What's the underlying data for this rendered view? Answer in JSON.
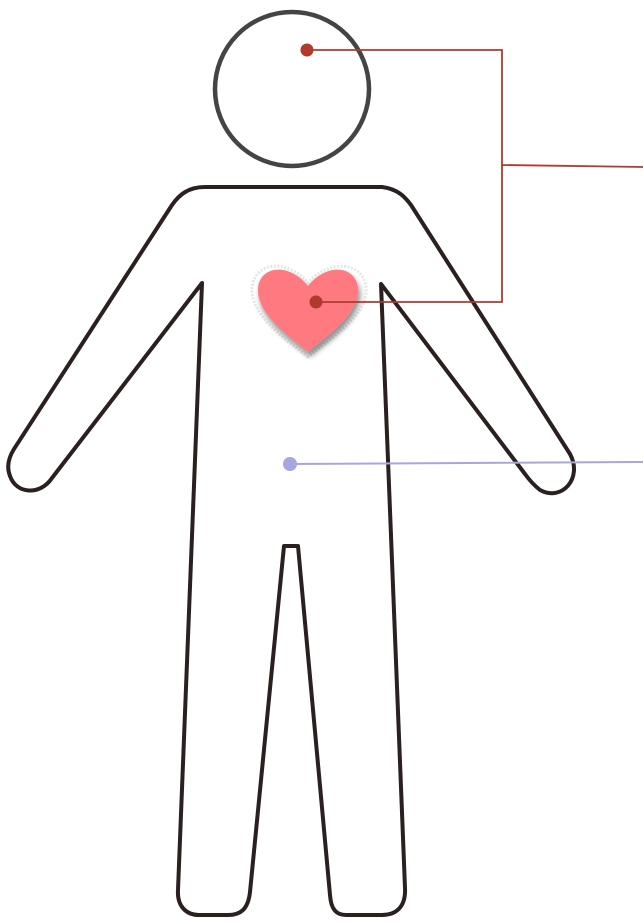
{
  "figure": {
    "subject": "human-body-outline",
    "colors": {
      "background": "#ffffff",
      "outline": "#2a2020",
      "head_outline": "#444444",
      "heart_fill": "#ff7a80",
      "heart_halo": "#e6e6e6",
      "marker_primary": "#b03a2e",
      "connector_primary": "#b03a2e",
      "marker_secondary": "#a8a6e0",
      "connector_secondary": "#a8a6e0"
    },
    "icons": [
      "head-icon",
      "body-icon",
      "heart-icon"
    ]
  },
  "callouts": [
    {
      "id": "head",
      "label": "",
      "group": "primary"
    },
    {
      "id": "heart",
      "label": "",
      "group": "primary"
    },
    {
      "id": "torso",
      "label": "",
      "group": "secondary"
    }
  ]
}
